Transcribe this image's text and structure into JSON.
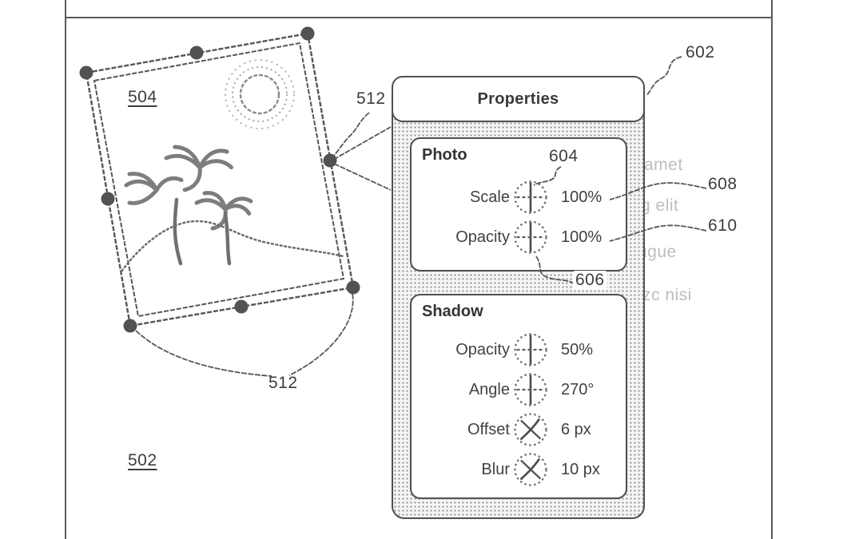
{
  "figure": {
    "type": "patent-ui-drawing",
    "reference_labels": {
      "canvas": "502",
      "photo_object": "504",
      "selection_handles_right": "512",
      "selection_handles_bottom": "512",
      "properties_panel": "602",
      "scale_dial": "604",
      "opacity_dial": "606",
      "scale_value": "608",
      "opacity_value": "610"
    },
    "background_text_fragments": [
      "amet",
      "g elit",
      "ugue",
      "zc nisi"
    ]
  },
  "properties_panel": {
    "title": "Properties",
    "photo_section": {
      "title": "Photo",
      "rows": [
        {
          "label": "Scale",
          "icon": "plus-dial-icon",
          "value": "100%"
        },
        {
          "label": "Opacity",
          "icon": "plus-dial-icon",
          "value": "100%"
        }
      ]
    },
    "shadow_section": {
      "title": "Shadow",
      "rows": [
        {
          "label": "Opacity",
          "icon": "plus-dial-icon",
          "value": "50%"
        },
        {
          "label": "Angle",
          "icon": "plus-dial-icon",
          "value": "270°"
        },
        {
          "label": "Offset",
          "icon": "cross-dial-icon",
          "value": "6 px"
        },
        {
          "label": "Blur",
          "icon": "cross-dial-icon",
          "value": "10 px"
        }
      ]
    }
  },
  "colors": {
    "ink": "#4a4a4a",
    "line": "#565656",
    "faded_text": "#bdbdbd",
    "stipple_dot": "#8d8d8d",
    "panel_fill": "#f5f5f5"
  }
}
